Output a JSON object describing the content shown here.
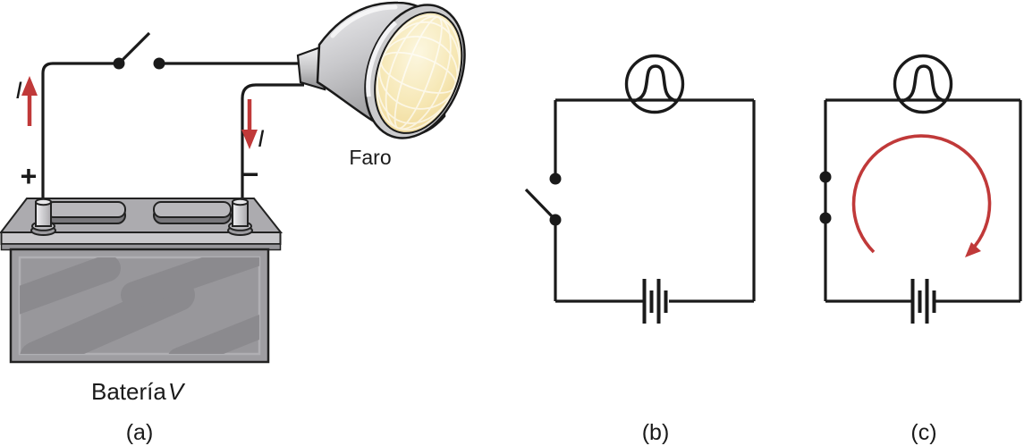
{
  "figure": {
    "background": "#ffffff",
    "line_color": "#1a1a1a",
    "current_color": "#c03939",
    "lens_color": "#f6e7b4",
    "metal_color": "#cbcbcd",
    "battery_body_color": "#9e9da1"
  },
  "panel_a": {
    "caption": "(a)",
    "headlight_label": "Faro",
    "battery_label": "Batería",
    "battery_voltage_symbol": "V",
    "positive_terminal": "+",
    "negative_terminal": "−",
    "current_symbol_left": "I",
    "current_symbol_right": "I",
    "switch_state": "open",
    "components": [
      "battery-illustration",
      "open-switch",
      "headlight-illustration",
      "current-arrow-up",
      "current-arrow-down"
    ]
  },
  "panel_b": {
    "caption": "(b)",
    "switch_state": "open",
    "components": [
      "lamp-symbol",
      "open-switch-symbol",
      "battery-cell-symbol"
    ]
  },
  "panel_c": {
    "caption": "(c)",
    "switch_state": "closed",
    "current_direction": "clockwise",
    "components": [
      "lamp-symbol",
      "closed-switch-symbol",
      "battery-cell-symbol",
      "current-loop-arrow"
    ]
  }
}
